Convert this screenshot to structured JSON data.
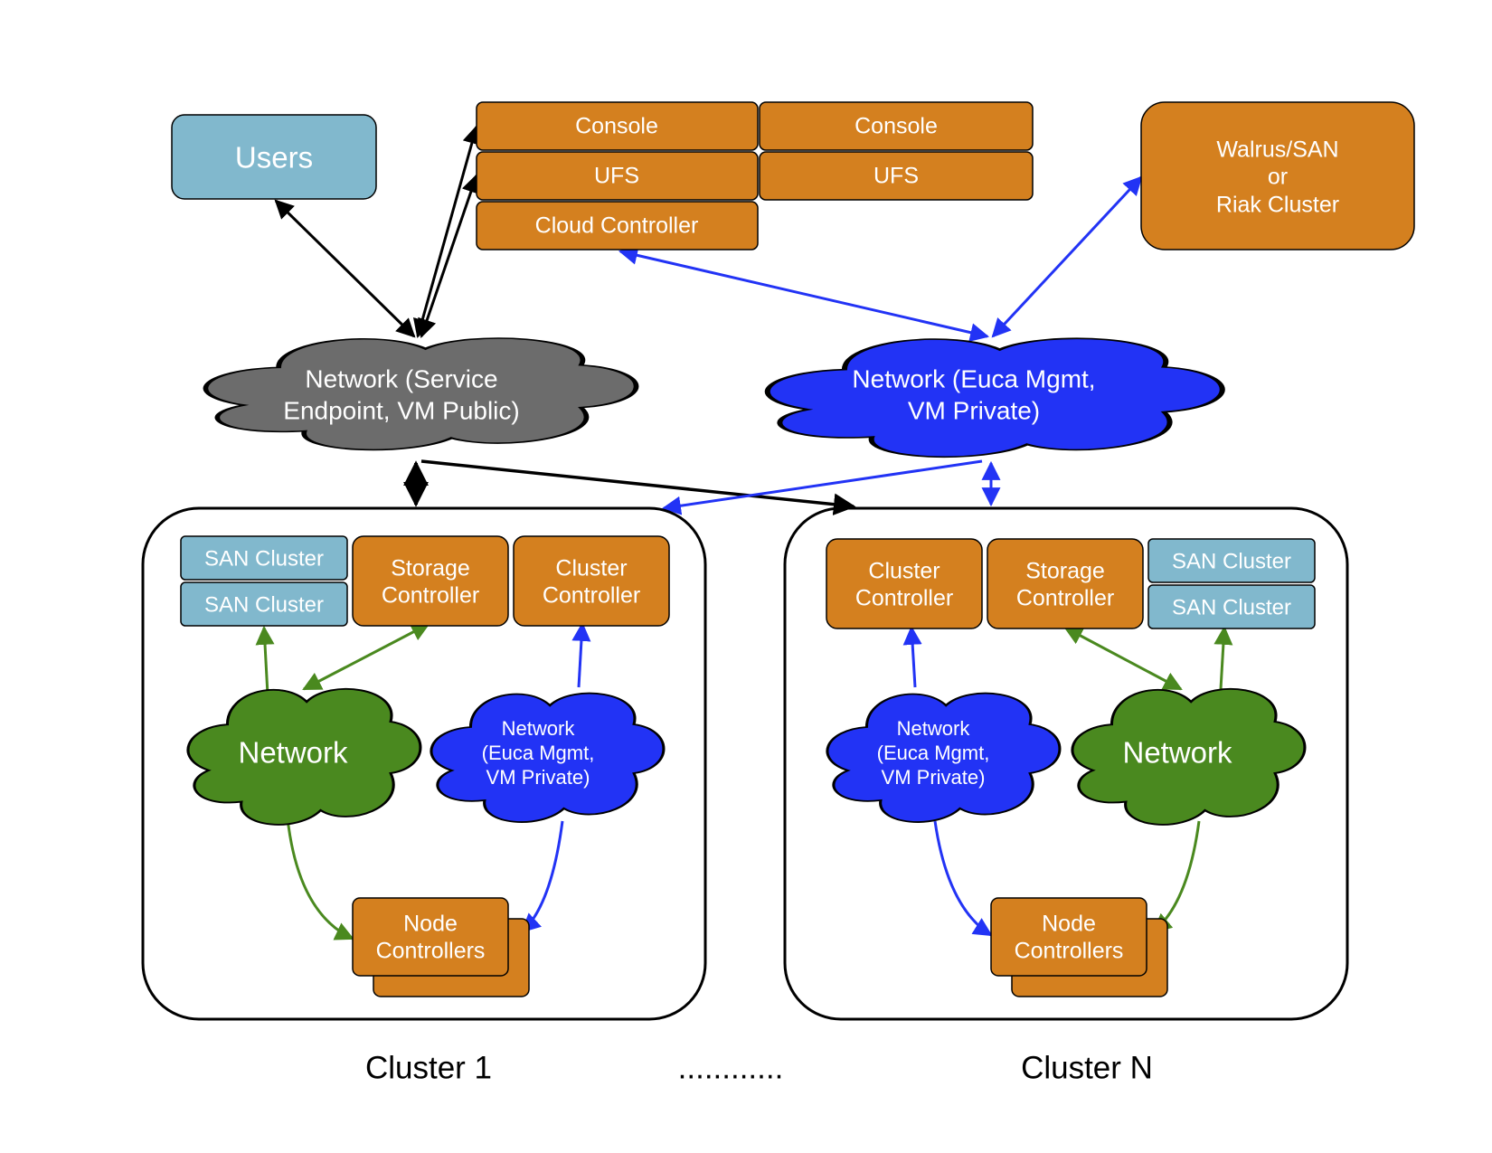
{
  "users": {
    "label": "Users"
  },
  "top_services": {
    "col1": {
      "console": "Console",
      "ufs": "UFS",
      "cloud_controller": "Cloud Controller"
    },
    "col2": {
      "console": "Console",
      "ufs": "UFS"
    }
  },
  "storage_backend": {
    "line1": "Walrus/SAN",
    "line2": "or",
    "line3": "Riak Cluster"
  },
  "net_service": {
    "line1": "Network (Service",
    "line2": "Endpoint, VM Public)"
  },
  "net_mgmt": {
    "line1": "Network (Euca Mgmt,",
    "line2": "VM Private)"
  },
  "cluster1": {
    "caption": "Cluster 1",
    "san_top": "SAN Cluster",
    "san_bottom": "SAN Cluster",
    "storage_controller": {
      "line1": "Storage",
      "line2": "Controller"
    },
    "cluster_controller": {
      "line1": "Cluster",
      "line2": "Controller"
    },
    "network": "Network",
    "private_net": {
      "line1": "Network",
      "line2": "(Euca Mgmt,",
      "line3": "VM Private)"
    },
    "node_controllers": {
      "line1": "Node",
      "line2": "Controllers"
    }
  },
  "clusterN": {
    "caption": "Cluster N",
    "san_top": "SAN Cluster",
    "san_bottom": "SAN Cluster",
    "storage_controller": {
      "line1": "Storage",
      "line2": "Controller"
    },
    "cluster_controller": {
      "line1": "Cluster",
      "line2": "Controller"
    },
    "network": "Network",
    "private_net": {
      "line1": "Network",
      "line2": "(Euca Mgmt,",
      "line3": "VM Private)"
    },
    "node_controllers": {
      "line1": "Node",
      "line2": "Controllers"
    }
  },
  "ellipsis": "............",
  "colors": {
    "orange": "#D4801F",
    "light_blue": "#81B8CD",
    "gray_cloud": "#6C6C6C",
    "blue": "#2233F5",
    "green": "#4A891F",
    "black": "#000000"
  }
}
